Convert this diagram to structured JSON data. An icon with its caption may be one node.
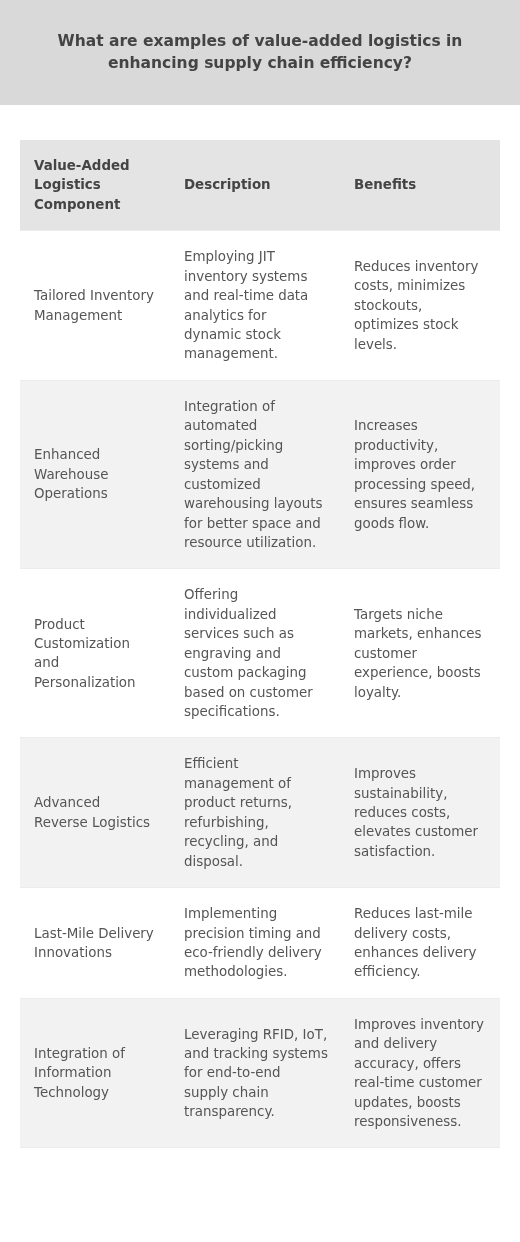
{
  "diagram": {
    "title": "What are examples of value-added logistics in enhancing supply chain efficiency?",
    "labels": [
      "Value-Added Logistics Component",
      "Description",
      "Benefits",
      "Tailored Inventory Management",
      "Employing JIT inventory systems and real-time data analytics for dynamic stock management.",
      "Reduces inventory costs, minimizes stockouts, optimizes stock levels.",
      "Enhanced Warehouse Operations",
      "Integration of automated sorting/picking systems and customized warehousing layouts for better space and resource utilization.",
      "Increases productivity, improves order processing speed, ensures seamless goods flow.",
      "Product Customization and Personalization",
      "Offering individualized services such as engraving and custom packaging based on customer specifications.",
      "Targets niche markets, enhances customer experience, boosts loyalty.",
      "Advanced Reverse Logistics",
      "Efficient management of product returns, refurbishing, recycling, and disposal.",
      "Improves sustainability, reduces costs, elevates customer satisfaction.",
      "Last-Mile Delivery Innovations",
      "Implementing precision timing and eco-friendly delivery methodologies.",
      "Reduces last-mile delivery costs, enhances delivery efficiency.",
      "Integration of Information Technology",
      "Leveraging RFID, IoT, and tracking systems for end-to-end supply chain transparency.",
      "Improves inventory and delivery accuracy, offers real-time customer updates, boosts responsiveness."
    ]
  }
}
